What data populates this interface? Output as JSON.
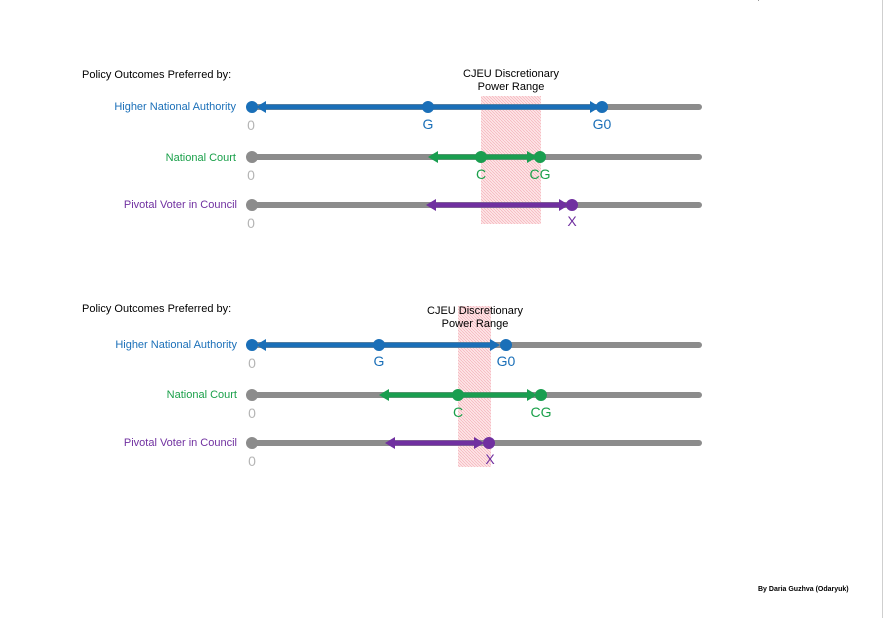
{
  "header_fragment": "/ · · · ·",
  "credit": "By Daria Guzhva (Odaryuk)",
  "colors": {
    "blue": "#1a6fb8",
    "green": "#1a9e50",
    "purple": "#7030a0",
    "grey": "#8c8c8c",
    "band": "#f8c8cc"
  },
  "panels": [
    {
      "heading": "Policy Outcomes Preferred by:",
      "range_title_line1": "CJEU Discretionary",
      "range_title_line2": "Power Range",
      "rows": [
        {
          "label": "Higher National Authority",
          "zero": "0",
          "p1": "G",
          "p2": "G0"
        },
        {
          "label": "National Court",
          "zero": "0",
          "p1": "C",
          "p2": "CG"
        },
        {
          "label": "Pivotal Voter in Council",
          "zero": "0",
          "p1": "X"
        }
      ]
    },
    {
      "heading": "Policy Outcomes Preferred by:",
      "range_title_line1": "CJEU Discretionary",
      "range_title_line2": "Power Range",
      "rows": [
        {
          "label": "Higher National Authority",
          "zero": "0",
          "p1": "G",
          "p2": "G0"
        },
        {
          "label": "National Court",
          "zero": "0",
          "p1": "C",
          "p2": "CG"
        },
        {
          "label": "Pivotal Voter in Council",
          "zero": "0",
          "p1": "X"
        }
      ]
    }
  ]
}
